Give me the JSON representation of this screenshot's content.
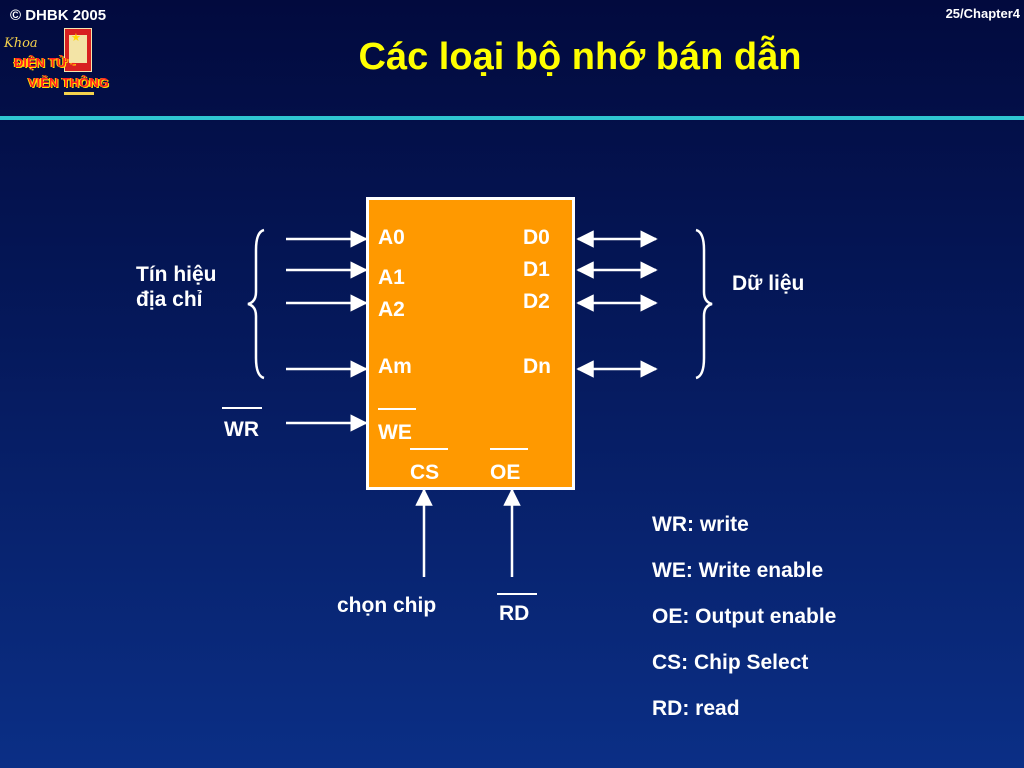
{
  "header": {
    "copyright": "© DHBK 2005",
    "page": "25/Chapter4",
    "title": "Các loại bộ nhớ bán dẫn"
  },
  "logo": {
    "cursive": "Khoa",
    "line1": "ĐIỆN TỬ -",
    "line2": "VIỄN THÔNG"
  },
  "chip": {
    "address_pins": [
      "A0",
      "A1",
      "A2",
      "Am"
    ],
    "data_pins": [
      "D0",
      "D1",
      "D2",
      "Dn"
    ],
    "we": "WE",
    "cs": "CS",
    "oe": "OE"
  },
  "labels": {
    "address_line1": "Tín hiệu",
    "address_line2": "địa chỉ",
    "data": "Dữ liệu",
    "wr": "WR",
    "chip_select": "chọn chip",
    "rd": "RD"
  },
  "legend": [
    "WR: write",
    "WE: Write enable",
    "OE: Output enable",
    "CS: Chip Select",
    "RD: read"
  ]
}
